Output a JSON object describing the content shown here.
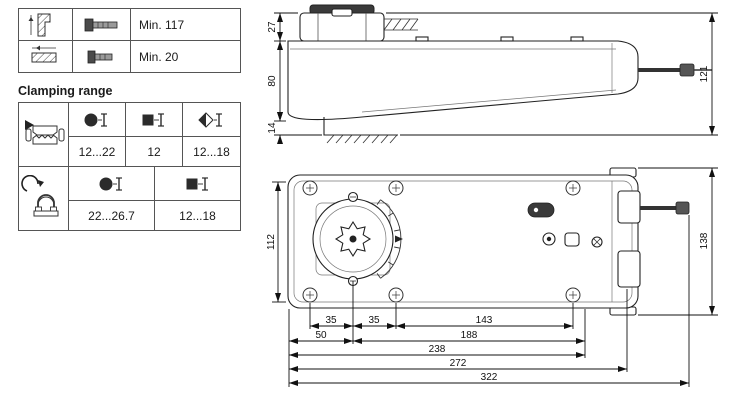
{
  "shaft_requirements": {
    "rows": [
      {
        "value": "Min. 117"
      },
      {
        "value": "Min. 20"
      }
    ]
  },
  "clamping": {
    "title": "Clamping range",
    "group1": {
      "cols": [
        {
          "shape": "circle",
          "range": "12...22"
        },
        {
          "shape": "square",
          "range": "12"
        },
        {
          "shape": "diamond",
          "range": "12...18"
        }
      ]
    },
    "group2": {
      "cols": [
        {
          "shape": "circle",
          "range": "22...26.7"
        },
        {
          "shape": "square",
          "range": "12...18"
        }
      ]
    }
  },
  "side_view": {
    "clamp_height": "27",
    "body_height": "80",
    "foot_height": "14",
    "total_height": "121"
  },
  "top_view": {
    "body_width": "112",
    "total_width": "138",
    "hole_pitch_left": "35",
    "hole_pitch_right": "35",
    "hole_span": "143",
    "clamp_offset": "50",
    "len_188": "188",
    "len_238": "238",
    "len_272": "272",
    "total_length": "322"
  }
}
